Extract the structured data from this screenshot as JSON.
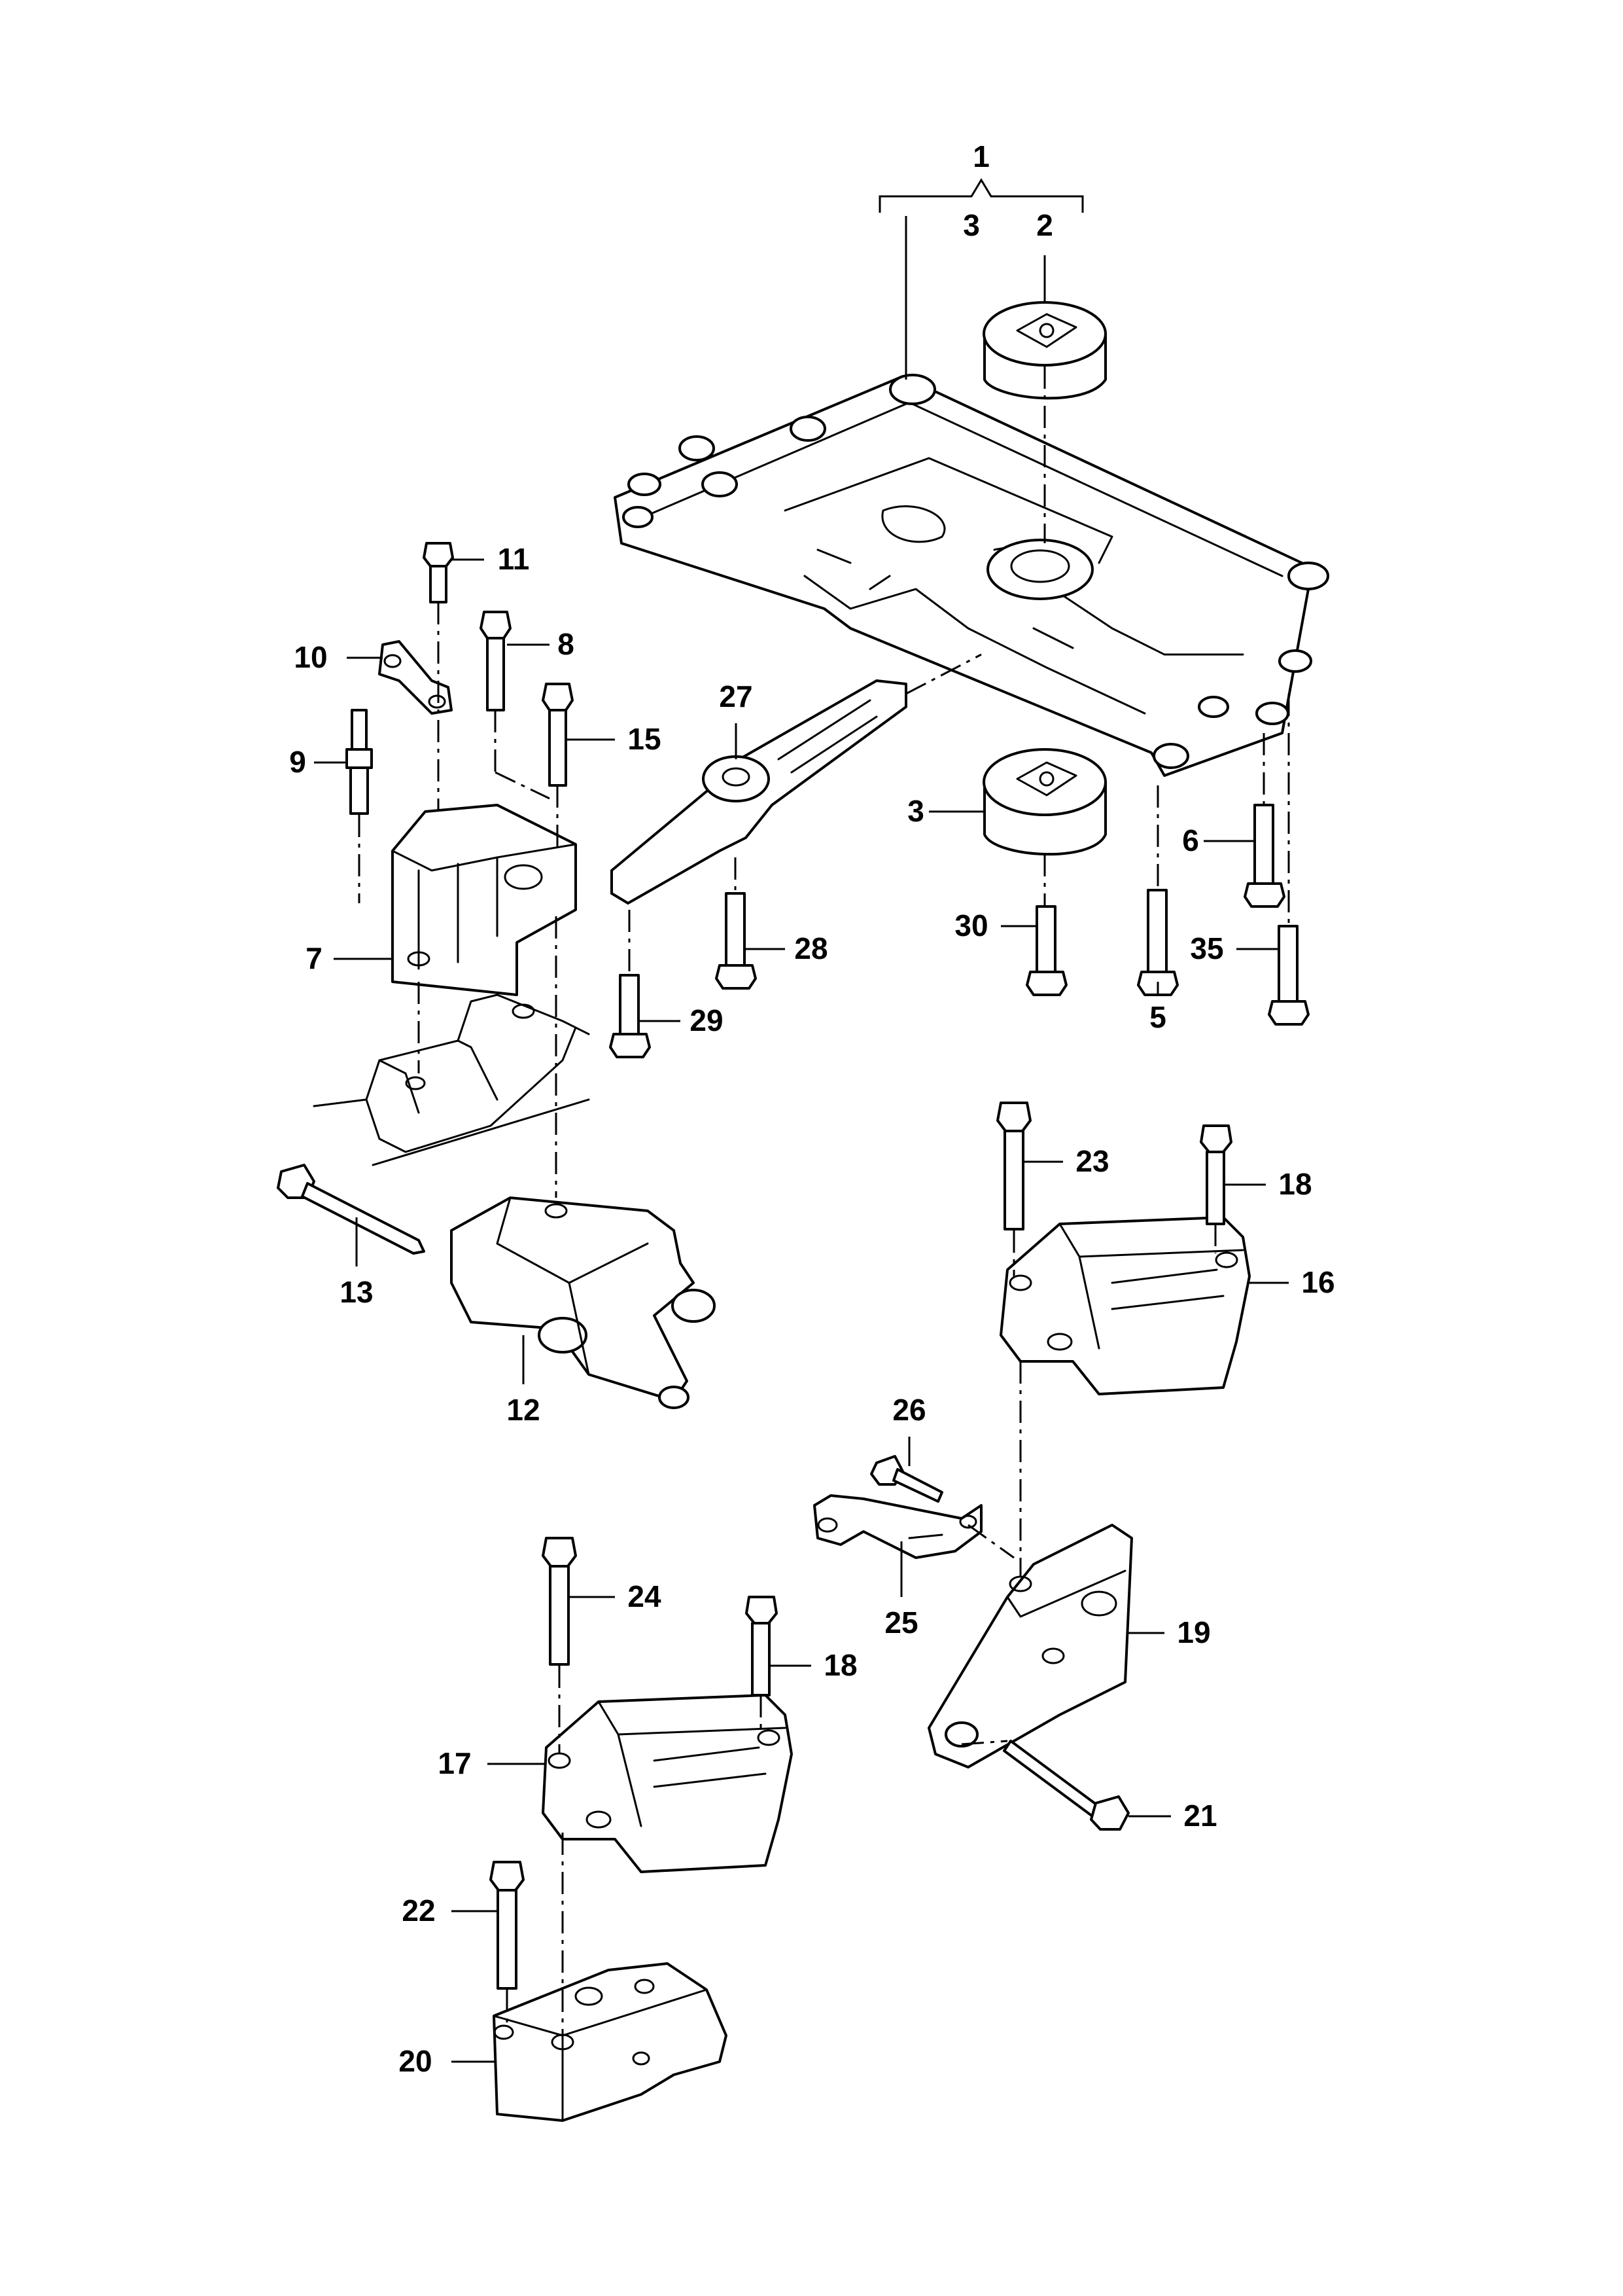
{
  "callouts": {
    "c1": "1",
    "c2": "2",
    "c3a": "3",
    "c3b": "3",
    "c5": "5",
    "c6": "6",
    "c7": "7",
    "c8": "8",
    "c9": "9",
    "c10": "10",
    "c11": "11",
    "c12": "12",
    "c13": "13",
    "c15": "15",
    "c16": "16",
    "c17": "17",
    "c18a": "18",
    "c18b": "18",
    "c19": "19",
    "c20": "20",
    "c21": "21",
    "c22": "22",
    "c23": "23",
    "c24": "24",
    "c25": "25",
    "c26": "26",
    "c27": "27",
    "c28": "28",
    "c29": "29",
    "c30": "30",
    "c35": "35"
  }
}
